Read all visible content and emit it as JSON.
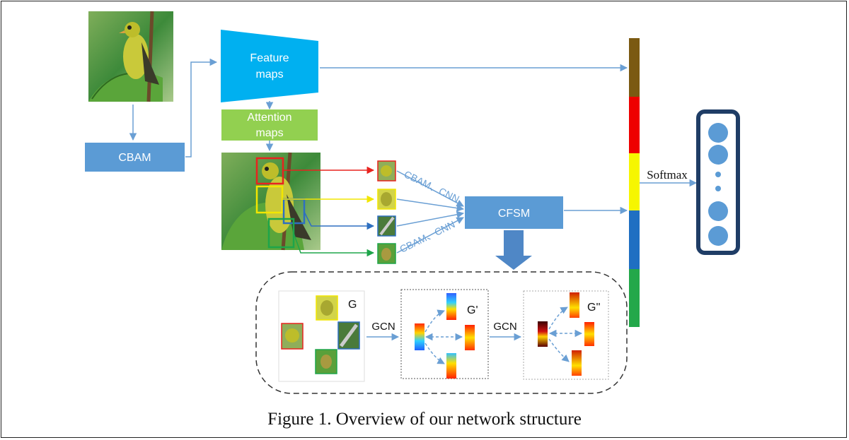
{
  "nodes": {
    "feature_maps_line1": "Feature",
    "feature_maps_line2": "maps",
    "attention_line1": "Attention",
    "attention_line2": "maps",
    "cbam": "CBAM",
    "cfsm": "CFSM",
    "softmax": "Softmax",
    "cbam_cnn_top": "CBAM、CNN",
    "cbam_cnn_bottom": "CBAM、CNN"
  },
  "graph": {
    "g_label": "G",
    "g1_label": "G'",
    "g2_label": "G''",
    "gcn1": "GCN",
    "gcn2": "GCN"
  },
  "caption": "Figure 1. Overview of our network structure",
  "colors": {
    "box_blue": "#5b9bd5",
    "feature_cyan": "#00b0f0",
    "attention_green": "#92d050",
    "arrow_blue": "#6a9fd4",
    "crop_red": "#e8231f",
    "crop_yellow": "#f2e600",
    "crop_blue": "#2e6fc0",
    "crop_green": "#1ea54a",
    "bar_brown": "#7b5a12",
    "bar_red": "#ee0000",
    "bar_yellow": "#f6f600",
    "bar_blue": "#1f6fc2",
    "bar_green": "#23a84a",
    "output_border": "#1f3d66",
    "output_dot": "#5b9bd5"
  },
  "icons": [
    "bird-photo",
    "bird-crop",
    "feature-vector",
    "arrow-down-icon"
  ]
}
